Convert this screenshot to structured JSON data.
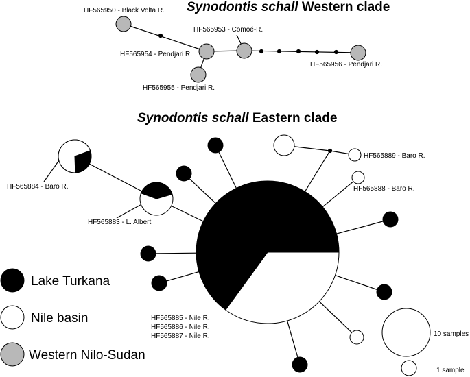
{
  "colors": {
    "lake_turkana": "#000000",
    "nile_basin": "#ffffff",
    "western_nilo_sudan": "#b8b8b8",
    "stroke": "#000000"
  },
  "titles": {
    "western": {
      "italic": "Synodontis schall",
      "rest": " Western clade"
    },
    "eastern": {
      "italic": "Synodontis schall",
      "rest": " Eastern clade"
    }
  },
  "western_labels": {
    "hf565950": "HF565950 - Black Volta R.",
    "hf565953": "HF565953 - Comoé-R.",
    "hf565954": "HF565954 - Pendjari R.",
    "hf565955": "HF565955 - Pendjari R.",
    "hf565956": "HF565956 - Pendjari R."
  },
  "eastern_labels": {
    "hf565889": "HF565889 - Baro R.",
    "hf565888": "HF565888 - Baro R.",
    "hf565884": "HF565884 - Baro R.",
    "hf565883": "HF565883 - L. Albert",
    "hf565885": "HF565885 - Nile R.",
    "hf565886": "HF565886 - Nile R.",
    "hf565887": "HF565887 - Nile R."
  },
  "legend": {
    "lake_turkana": "Lake Turkana",
    "nile_basin": "Nile basin",
    "western_nilo_sudan": "Western Nilo-Sudan"
  },
  "scale": {
    "ten": "10 samples",
    "one": "1 sample"
  },
  "pies": {
    "hub": {
      "lake_turkana": 0.65,
      "nile_basin": 0.35
    },
    "hf565884": {
      "lake_turkana": 0.3,
      "nile_basin": 0.7
    },
    "hf565883": {
      "lake_turkana": 0.4,
      "nile_basin": 0.6
    }
  }
}
